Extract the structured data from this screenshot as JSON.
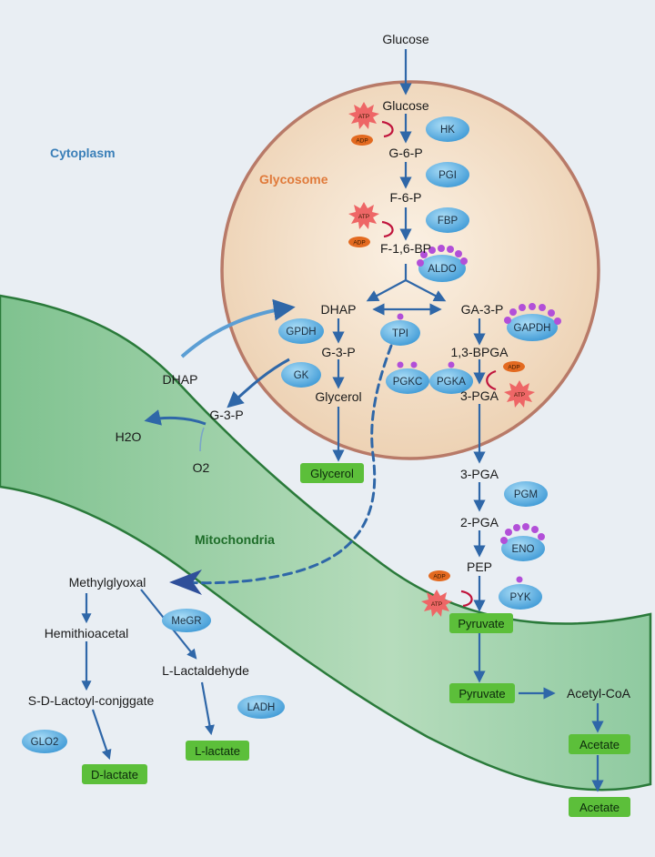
{
  "regions": {
    "cytoplasm": "Cytoplasm",
    "glycosome": "Glycosome",
    "mitochondria": "Mitochondria"
  },
  "metabolites": {
    "glucose_out": "Glucose",
    "glucose_in": "Glucose",
    "g6p": "G-6-P",
    "f6p": "F-6-P",
    "f16bp": "F-1,6-BP",
    "dhap_in": "DHAP",
    "ga3p": "GA-3-P",
    "g3p_in": "G-3-P",
    "bpga13": "1,3-BPGA",
    "glycerol_in": "Glycerol",
    "pga3_in": "3-PGA",
    "dhap_out": "DHAP",
    "g3p_out": "G-3-P",
    "h2o": "H2O",
    "o2": "O2",
    "pga3_out": "3-PGA",
    "pga2": "2-PGA",
    "pep": "PEP",
    "acetylcoa": "Acetyl-CoA",
    "methylglyoxal": "Methylglyoxal",
    "hemithioacetal": "Hemithioacetal",
    "lactaldehyde": "L-Lactaldehyde",
    "sdlactoyl": "S-D-Lactoyl-conjggate"
  },
  "enzymes": {
    "hk": "HK",
    "pgi": "PGI",
    "fbp": "FBP",
    "aldo": "ALDO",
    "gpdh": "GPDH",
    "tpi": "TPI",
    "gapdh": "GAPDH",
    "gk": "GK",
    "pgkc": "PGKC",
    "pgka": "PGKA",
    "pgm": "PGM",
    "eno": "ENO",
    "pyk": "PYK",
    "megr": "MeGR",
    "ladh": "LADH",
    "glo2": "GLO2"
  },
  "cofactors": {
    "atp1": "ATP",
    "adp1": "ADP",
    "atp2": "ATP",
    "adp2": "ADP",
    "adp3": "ADP",
    "atp3": "ATP",
    "adp4": "ADP",
    "atp4": "ATP"
  },
  "products": {
    "glycerol": "Glycerol",
    "pyruvate1": "Pyruvate",
    "pyruvate2": "Pyruvate",
    "acetate1": "Acetate",
    "acetate2": "Acetate",
    "llactate": "L-lactate",
    "dlactate": "D-lactate"
  },
  "colors": {
    "background": "#e9eef3",
    "glycosome_fill": "#f1dcc3",
    "glycosome_border": "#b87a68",
    "mitochondria_fill": "#9ccfa6",
    "mitochondria_border": "#2a7a3a",
    "enzyme": "#5bb2e6",
    "product_box": "#5cbf3a",
    "arrow": "#2f67a8",
    "atp": "#ee6666",
    "adp": "#e36a20",
    "cytoplasm_label": "#3a7fb8",
    "glycosome_label": "#e07a3a",
    "mitochondria_label": "#1f6e2a",
    "purple_dot": "#b24fd8"
  }
}
